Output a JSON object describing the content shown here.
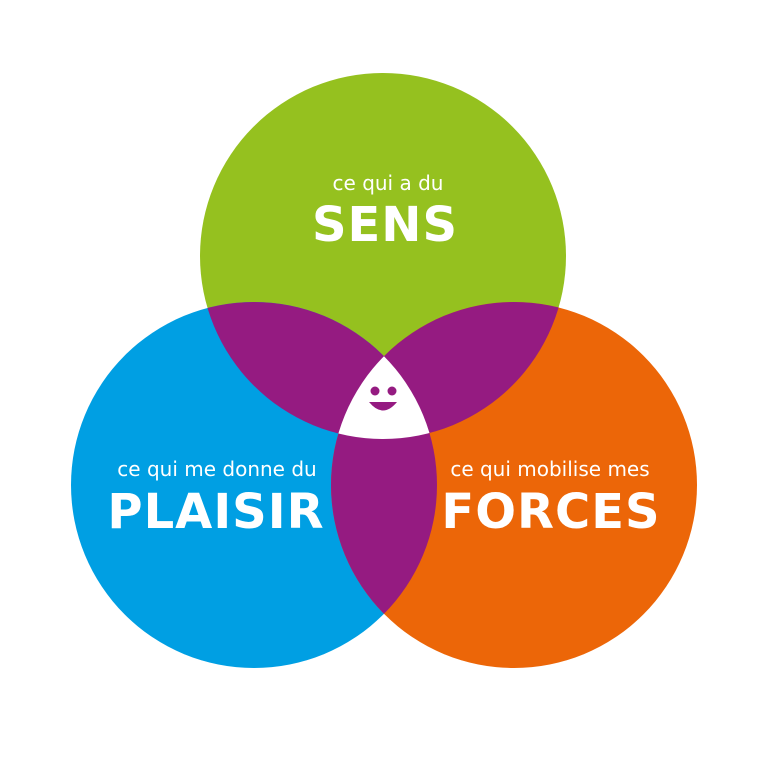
{
  "circles": {
    "top": {
      "subtitle": "ce qui a du",
      "title": "SENS",
      "color": "#95c11f"
    },
    "left": {
      "subtitle": "ce qui me donne du",
      "title": "PLAISIR",
      "color": "#009fe3"
    },
    "right": {
      "subtitle": "ce qui mobilise mes",
      "title": "FORCES",
      "color": "#ec6608"
    }
  },
  "overlap_color": "#951b81",
  "center_color": "#ffffff",
  "center_icon": "smiley-face-icon"
}
